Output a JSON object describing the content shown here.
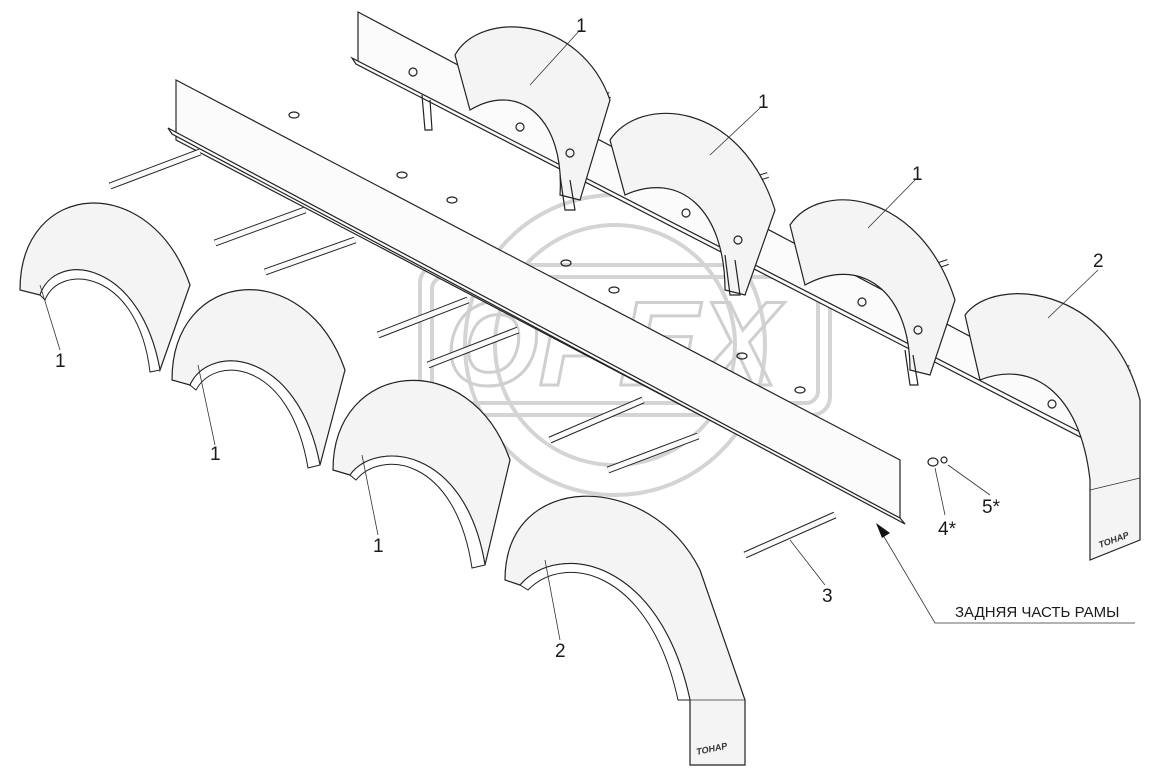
{
  "labels": {
    "part_1": "1",
    "part_2": "2",
    "part_3": "3",
    "part_4": "4*",
    "part_5": "5*"
  },
  "frame_label": "ЗАДНЯЯ ЧАСТЬ РАМЫ",
  "brand_text": "ТОНАР",
  "watermark_text": "OPEX",
  "colors": {
    "line": "#222222",
    "watermark": "#d4d4d4",
    "background": "#ffffff"
  }
}
